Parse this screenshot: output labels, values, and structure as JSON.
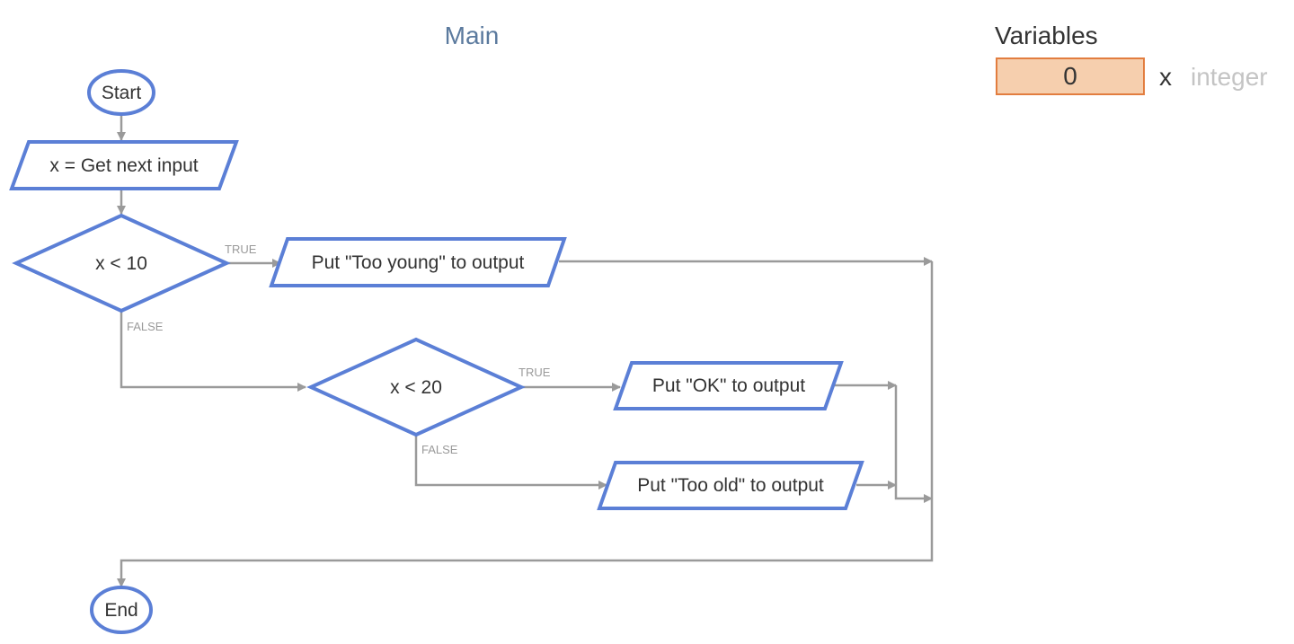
{
  "diagram": {
    "title": "Main",
    "nodes": {
      "start": "Start",
      "get_input": "x = Get next input",
      "cond1": "x < 10",
      "out_young": "Put \"Too young\" to output",
      "cond2": "x < 20",
      "out_ok": "Put \"OK\" to output",
      "out_old": "Put \"Too old\" to output",
      "end": "End"
    },
    "edge_labels": {
      "cond1_true": "TRUE",
      "cond1_false": "FALSE",
      "cond2_true": "TRUE",
      "cond2_false": "FALSE"
    }
  },
  "variables": {
    "title": "Variables",
    "items": [
      {
        "value": "0",
        "name": "x",
        "type": "integer"
      }
    ]
  },
  "colors": {
    "node_stroke": "#5b7fd6",
    "edge": "#9a9a9a",
    "title": "#5b7a9e",
    "var_fill": "#f6cfae",
    "var_border": "#e27d3f"
  }
}
